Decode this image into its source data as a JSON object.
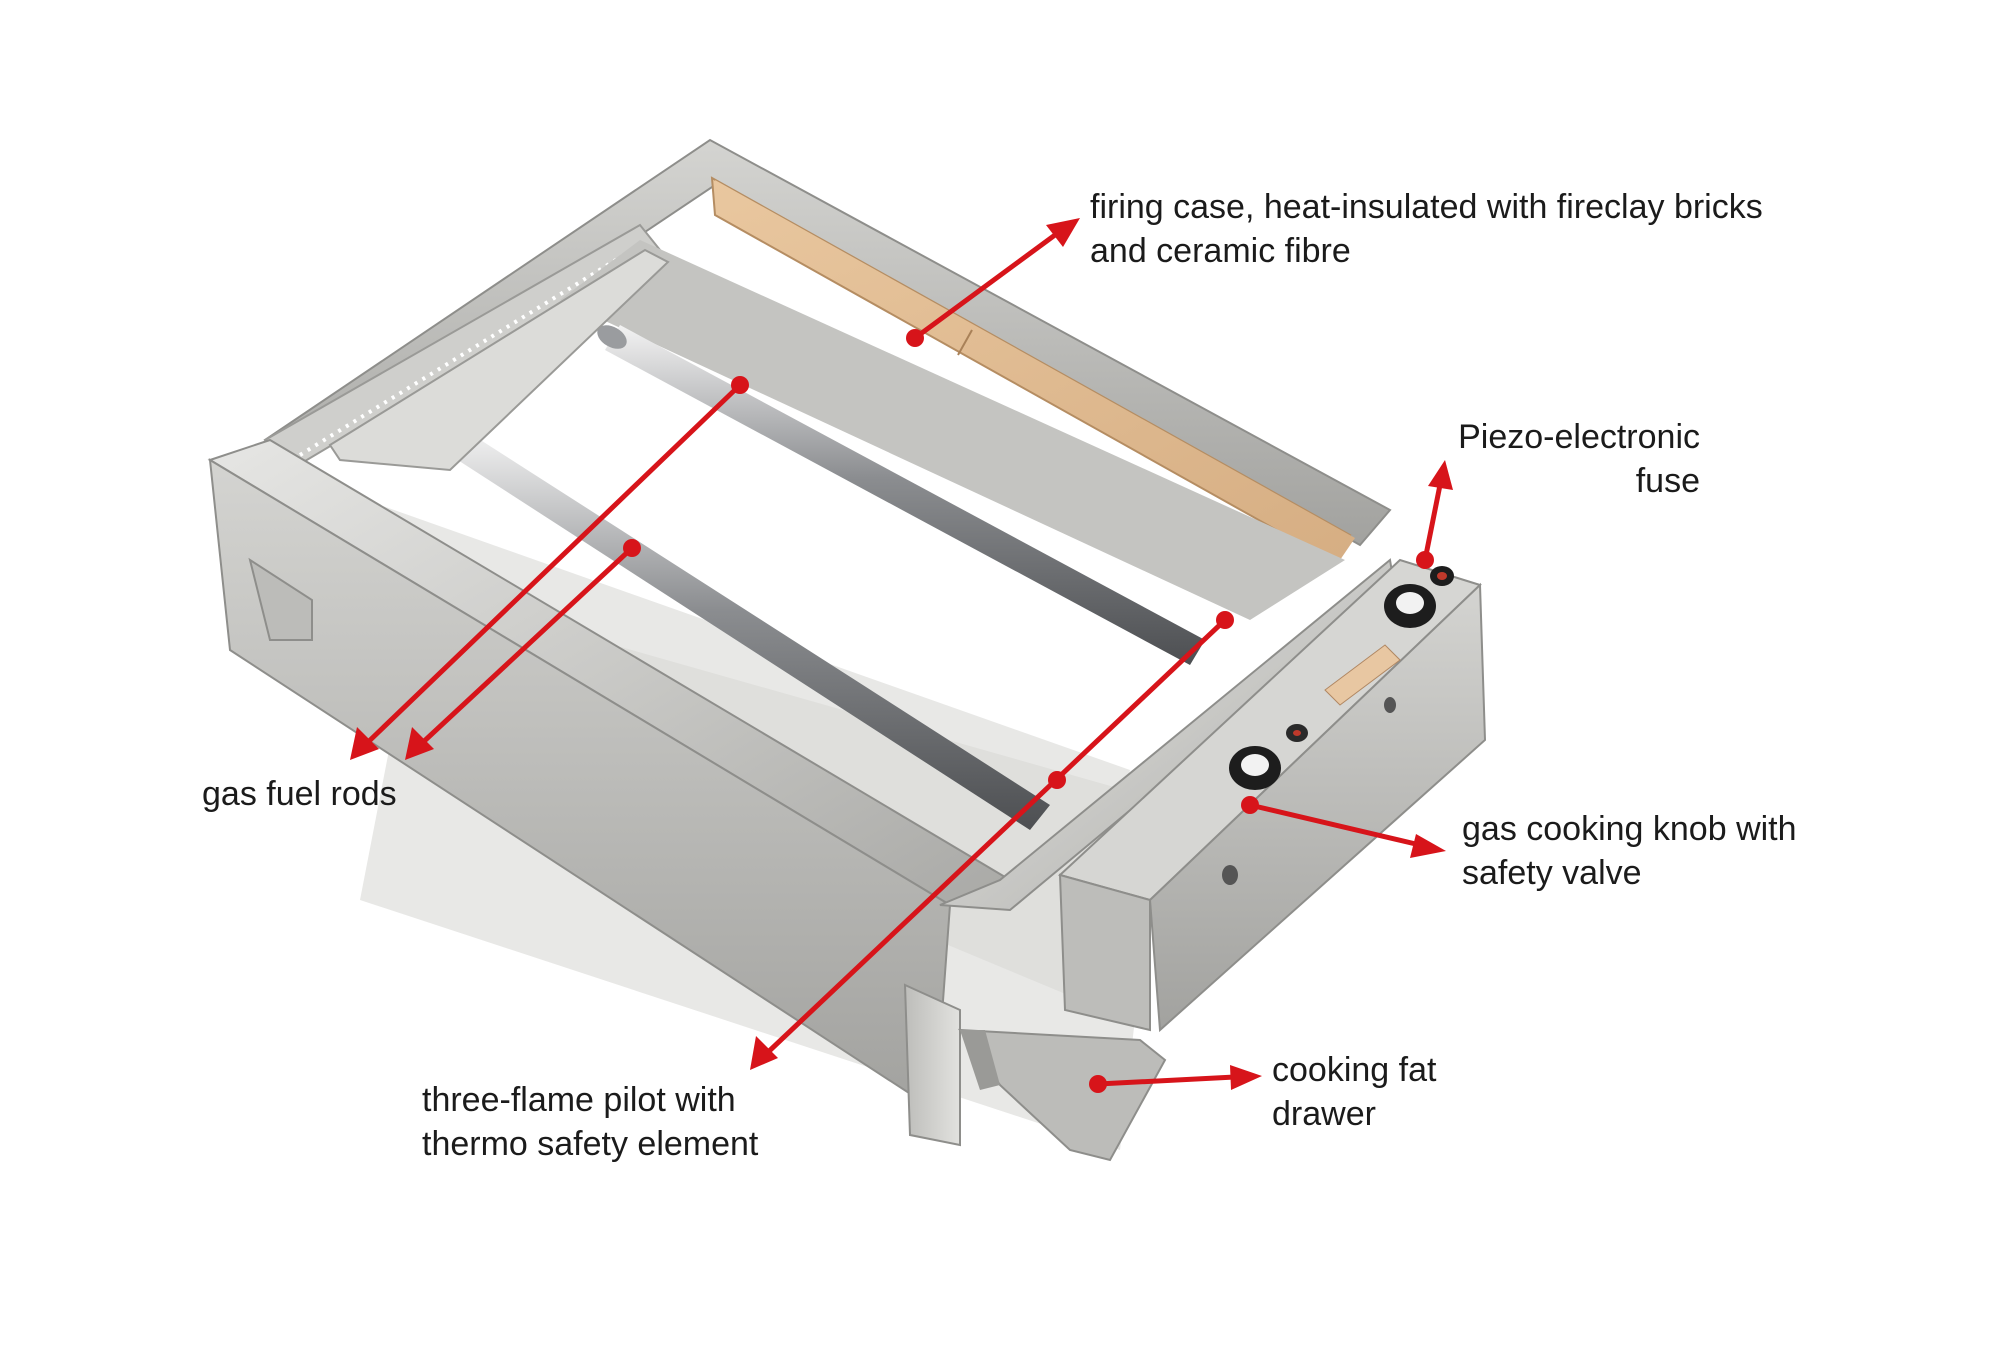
{
  "colors": {
    "callout": "#d7141a",
    "text": "#1b1b1b",
    "background": "#ffffff"
  },
  "labels": {
    "firing_case": {
      "line1": "firing case, heat-insulated with fireclay bricks",
      "line2": "and ceramic fibre"
    },
    "piezo_fuse": {
      "line1": "Piezo-electronic",
      "line2": "fuse"
    },
    "gas_fuel_rods": {
      "line1": "gas fuel rods"
    },
    "gas_cooking_knob": {
      "line1": "gas cooking knob with",
      "line2": "safety valve"
    },
    "pilot": {
      "line1": "three-flame pilot with",
      "line2": "thermo safety element"
    },
    "fat_drawer": {
      "line1": "cooking fat",
      "line2": "drawer"
    }
  }
}
